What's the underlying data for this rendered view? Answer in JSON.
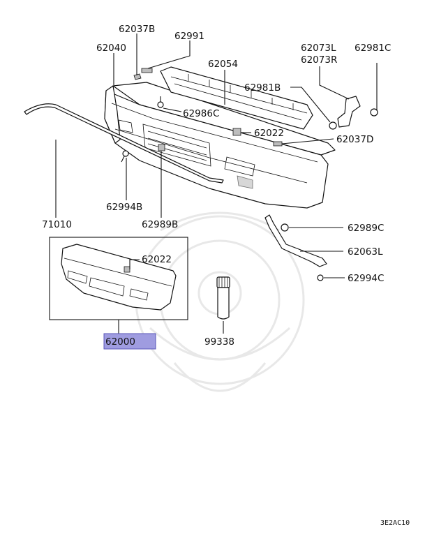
{
  "parts": {
    "p62037B_top": "62037B",
    "p62991": "62991",
    "p62040": "62040",
    "p62054": "62054",
    "p62073L": "62073L",
    "p62073R": "62073R",
    "p62981C": "62981C",
    "p62981B": "62981B",
    "p62986C": "62986C",
    "p62022_top": "62022",
    "p62037D": "62037D",
    "p71010": "71010",
    "p62994B": "62994B",
    "p62989B": "62989B",
    "p62989C": "62989C",
    "p62063L": "62063L",
    "p62022_inset": "62022",
    "p62994C": "62994C",
    "p62000": "62000",
    "p99338": "99338"
  },
  "diagram_code": "3E2AC10",
  "colors": {
    "highlight": "#9f9ce0",
    "highlight_border": "#5a56b8"
  }
}
